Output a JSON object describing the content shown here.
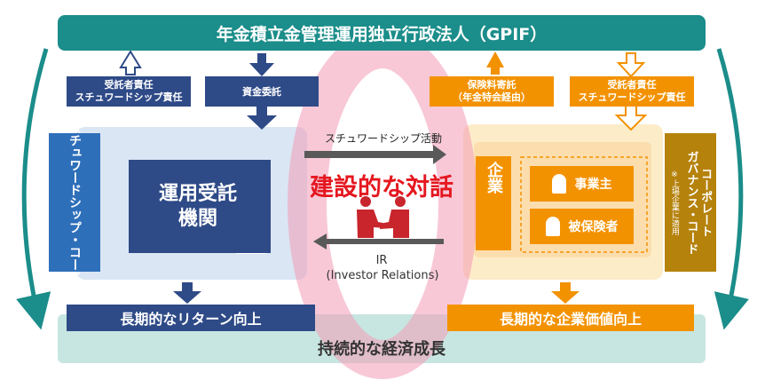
{
  "header": {
    "title": "年金積立金管理運用独立行政法人（GPIF）"
  },
  "left": {
    "trustee_responsibility": "受託者責任\nスチュワードシップ責任",
    "fund_entrustment": "資金委託",
    "stewardship_code": "スチュワードシップ・コード",
    "asset_manager": "運用受託\n機関",
    "outcome": "長期的なリターン向上"
  },
  "center": {
    "stewardship_activity": "スチュワードシップ活動",
    "dialogue": "建設的な対話",
    "ir_label": "IR",
    "ir_full": "(Investor Relations)"
  },
  "right": {
    "insurance_premium": "保険料寄託\n（年金特会経由）",
    "trustee_responsibility": "受託者責任\nスチュワードシップ責任",
    "company": "企業",
    "employer": "事業主",
    "insured": "被保険者",
    "governance_code": "コーポレート\nガバナンス・コード",
    "governance_note": "※上場企業に適用",
    "outcome": "長期的な企業価値向上"
  },
  "footer": {
    "title": "持続的な経済成長"
  },
  "colors": {
    "teal": "#1b8d8a",
    "navy": "#2e4a87",
    "orange": "#f39200",
    "gold": "#b5820c",
    "dialogue_red": "#e5171f",
    "pink_ring": "#f29bb6"
  }
}
